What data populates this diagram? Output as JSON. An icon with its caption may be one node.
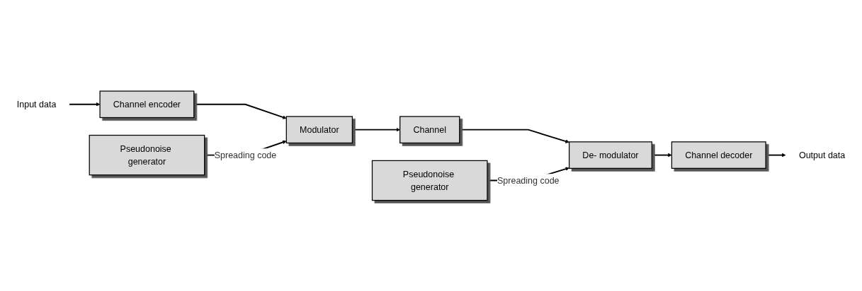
{
  "diagram": {
    "nodes": [
      {
        "text": [
          "Input data"
        ]
      },
      {
        "text": [
          "Channel encoder"
        ]
      },
      {
        "text": [
          "Modulator"
        ]
      },
      {
        "text": [
          "Channel"
        ]
      },
      {
        "text": [
          "De- modulator"
        ]
      },
      {
        "text": [
          "Channel decoder"
        ]
      },
      {
        "text": [
          "Output data"
        ]
      },
      {
        "text": [
          "Pseudonoise generator"
        ]
      },
      {
        "text": [
          "Pseudonoise generator"
        ]
      }
    ],
    "edges": [
      {
        "from": 0,
        "to": 1,
        "arrow": "to"
      },
      {
        "from": 1,
        "to": 2,
        "arrow": "to"
      },
      {
        "from": 2,
        "to": 3,
        "arrow": "to"
      },
      {
        "from": 3,
        "to": 4,
        "arrow": "to"
      },
      {
        "from": 4,
        "to": 5,
        "arrow": "to"
      },
      {
        "from": 5,
        "to": 6,
        "arrow": "to"
      },
      {
        "from": 7,
        "to": 2,
        "label": "Spreading code",
        "arrow": "to"
      },
      {
        "from": 8,
        "to": 4,
        "label": "Spreading code",
        "arrow": "to"
      }
    ]
  }
}
